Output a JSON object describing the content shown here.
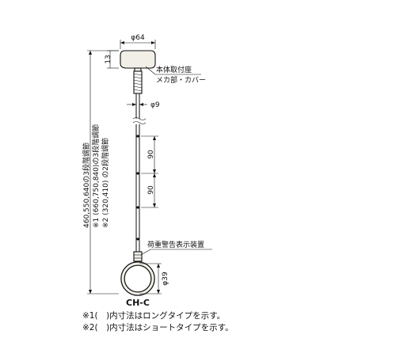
{
  "dimensions": {
    "base_diameter": "φ64",
    "base_height": "13",
    "rod_diameter": "φ9",
    "step_1": "90",
    "step_2": "90",
    "ring_diameter": "φ39"
  },
  "labels": {
    "mount_line1": "本体取付座",
    "mount_line2": "メカ部・カバー",
    "load_indicator": "荷重警告表示装置"
  },
  "vertical_annotations": {
    "total_length": "460,550,640の3段階調節",
    "long_type": "※1 (660,750,840)の3段階調節",
    "short_type": "※2 (320,410) の2段階調節"
  },
  "model": "CH-C",
  "footnotes": {
    "note1": "※1(　)内寸法はロングタイプを示す。",
    "note2": "※2(　)内寸法はショートタイプを示す。"
  }
}
